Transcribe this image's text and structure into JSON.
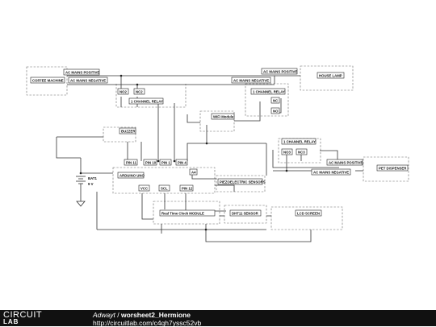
{
  "labels": {
    "coffee_machine": "COFFEE MACHINE",
    "ac_pos_1": "AC MAINS POSITIVE",
    "ac_neg_1": "AC MAINS NEGATIVE",
    "ac_pos_2": "AC MAINS POSITIVE",
    "ac_neg_2": "AC MAINS NEGATIVE",
    "house_lamp": "HOUSE LAMP",
    "no2": "NO2",
    "nc2": "NC2",
    "relay_1": "1 CHANNEL RELAY",
    "relay_2": "1 CHANNEL RELAY",
    "nc": "NC",
    "no": "NO",
    "wifi": "WiFi Module",
    "buzzer": "BUZZER",
    "relay_3": "1 CHANNEL RELAY",
    "no3": "NO3",
    "nc3": "NC3",
    "ac_pos_3": "AC MAINS POSITIVE",
    "ac_neg_3": "AC MAINS NEGATIVE",
    "pet_dispenser": "PET DISPENSER",
    "pin11": "PIN 11",
    "pin10": "PIN 10",
    "pin1": "PIN 1",
    "pin4": "PIN 4",
    "a4": "A4",
    "bat_name": "BAT1",
    "bat_value": "9 V",
    "arduino": "ARDUINO UNO",
    "piezo": "PIEZOELECTRIC SENSORS",
    "vcc": "VCC",
    "scl": "SCL",
    "pin12": "PIN 12",
    "rtc": "Real Time Clock MODULE",
    "dht11": "DHT11 SENSOR",
    "lcd": "LCD SCREEN"
  },
  "footer": {
    "logo_top": "CIRCUIT",
    "logo_bottom": "LAB",
    "author": "Adwayt",
    "separator": " / ",
    "title": "worsheet2_Hermione",
    "url": "http://circuitlab.com/c4qh7yssc52vb"
  }
}
